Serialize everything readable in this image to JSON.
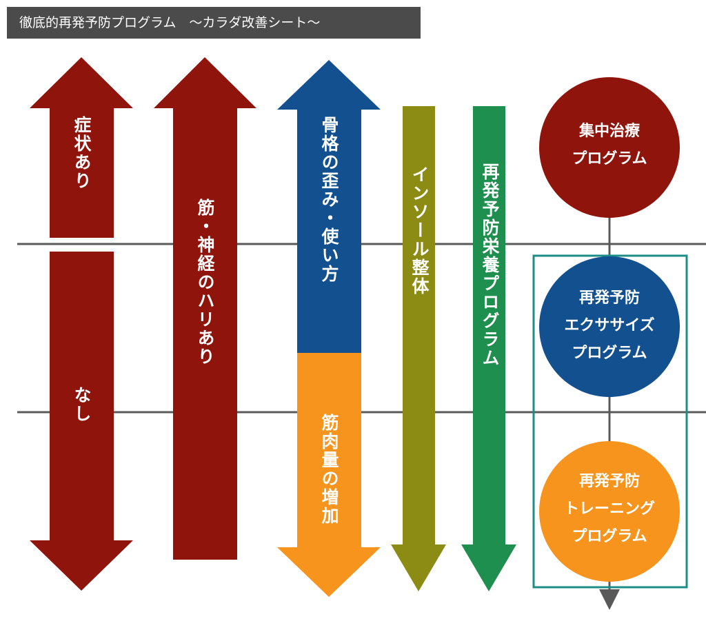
{
  "header": {
    "title": "徹底的再発予防プログラム　～カラダ改善シート～"
  },
  "colors": {
    "dark_red": "#8e140c",
    "blue": "#13508f",
    "orange": "#f7941d",
    "olive": "#8c8c14",
    "green": "#1e8f4e",
    "teal_frame": "#1b8c86",
    "line_gray": "#595959"
  },
  "arrows": {
    "symptom_yes": "症状あり",
    "symptom_no": "なし",
    "muscle_nerve": "筋・神経のハリあり",
    "skeleton": "骨格の歪み・使い方",
    "muscle_mass": "筋肉量の増加",
    "insole": "インソール整体",
    "nutrition": "再発予防栄養プログラム"
  },
  "circles": {
    "intensive": {
      "line1": "集中治療",
      "line2": "プログラム"
    },
    "exercise": {
      "line1": "再発予防",
      "line2": "エクササイズ",
      "line3": "プログラム"
    },
    "training": {
      "line1": "再発予防",
      "line2": "トレーニング",
      "line3": "プログラム"
    }
  }
}
